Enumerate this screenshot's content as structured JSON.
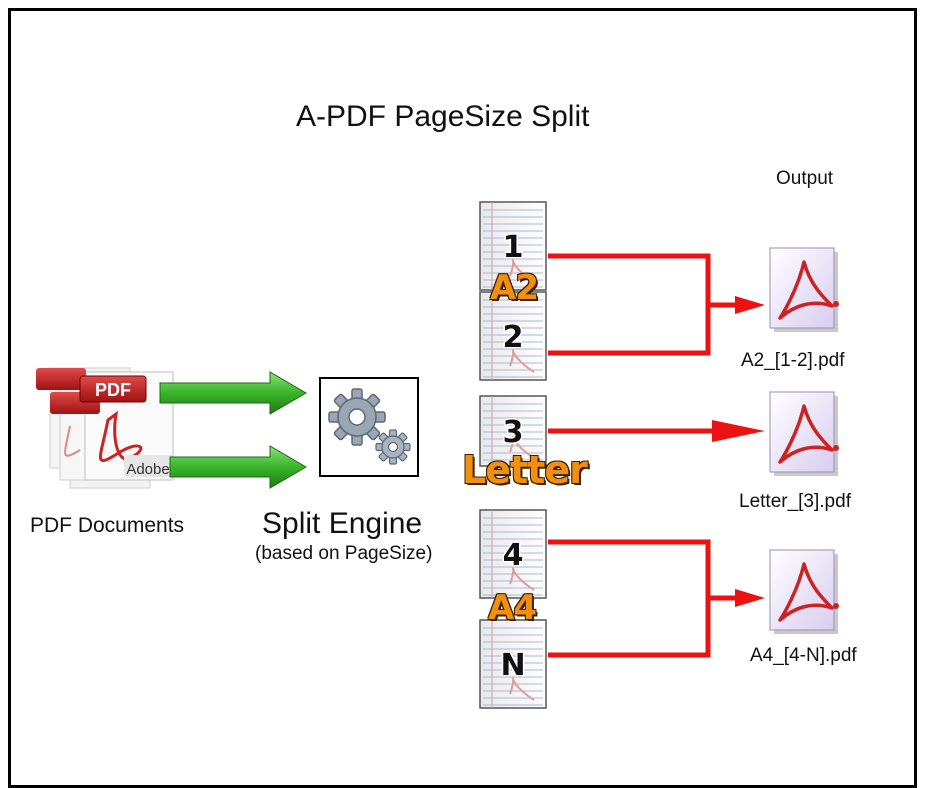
{
  "title": "A-PDF PageSize Split",
  "output_header": "Output",
  "source": {
    "label": "PDF Documents",
    "icon_texts": [
      "PDF",
      "Adobe"
    ]
  },
  "engine": {
    "title": "Split Engine",
    "subtitle": "(based on PageSize)"
  },
  "groups": [
    {
      "size": "A2",
      "pages": [
        "1",
        "2"
      ],
      "output_file": "A2_[1-2].pdf"
    },
    {
      "size": "Letter",
      "pages": [
        "3"
      ],
      "output_file": "Letter_[3].pdf"
    },
    {
      "size": "A4",
      "pages": [
        "4",
        "N"
      ],
      "output_file": "A4_[4-N].pdf"
    }
  ],
  "colors": {
    "arrow_green": "#39b528",
    "arrow_red": "#ee1111",
    "label_orange": "#f08f10",
    "pdf_red": "#cc2222"
  }
}
